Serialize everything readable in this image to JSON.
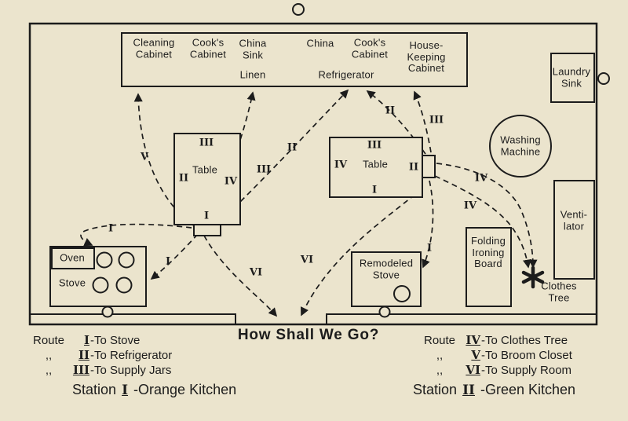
{
  "diagram": {
    "question": "How Shall We Go?",
    "cabinet_row": {
      "cleaning_cabinet": "Cleaning\nCabinet",
      "cooks_cabinet_left": "Cook's\nCabinet",
      "china_sink": "China\nSink",
      "linen": "Linen",
      "china": "China",
      "refrigerator": "Refrigerator",
      "cooks_cabinet_right": "Cook's\nCabinet",
      "housekeeping_cabinet": "House-\nKeeping\nCabinet"
    },
    "fixtures": {
      "laundry_sink": "Laundry\nSink",
      "washing_machine": "Washing\nMachine",
      "ventilator": "Venti-\nlator",
      "table_left": "Table",
      "table_right": "Table",
      "oven": "Oven",
      "stove": "Stove",
      "remodeled_stove": "Remodeled\nStove",
      "folding_ironing_board": "Folding\nIroning\nBoard",
      "clothes_tree": "Clothes\nTree"
    },
    "station_markers": {
      "left_table": {
        "top": "III",
        "left": "II",
        "right": "IV",
        "bottom": "I"
      },
      "right_table": {
        "top": "III",
        "left": "IV",
        "right": "II",
        "bottom": "I"
      }
    },
    "route_labels": {
      "v_left": "V",
      "iii_left": "III",
      "ii_left": "II",
      "i_left_far": "I",
      "i_left_near": "I",
      "vi_left": "VI",
      "ii_right": "II",
      "iii_right": "III",
      "iv_upper": "IV",
      "iv_lower": "IV",
      "i_right": "I",
      "vi_right": "VI"
    }
  },
  "legend": {
    "left": {
      "routes": [
        {
          "prefix": "Route",
          "numeral": "I",
          "dest": "-To Stove"
        },
        {
          "prefix": ",,",
          "numeral": "II",
          "dest": "-To Refrigerator"
        },
        {
          "prefix": ",,",
          "numeral": "III",
          "dest": "-To Supply Jars"
        }
      ],
      "station_prefix": "Station",
      "station_numeral": "I",
      "station_name": "-Orange Kitchen"
    },
    "right": {
      "routes": [
        {
          "prefix": "Route",
          "numeral": "IV",
          "dest": "-To Clothes Tree"
        },
        {
          "prefix": ",,",
          "numeral": "V",
          "dest": "-To Broom Closet"
        },
        {
          "prefix": ",,",
          "numeral": "VI",
          "dest": "-To Supply Room"
        }
      ],
      "station_prefix": "Station",
      "station_numeral": "II",
      "station_name": "-Green Kitchen"
    }
  },
  "colors": {
    "paper": "#ebe4cd",
    "ink": "#1c1c1c"
  }
}
